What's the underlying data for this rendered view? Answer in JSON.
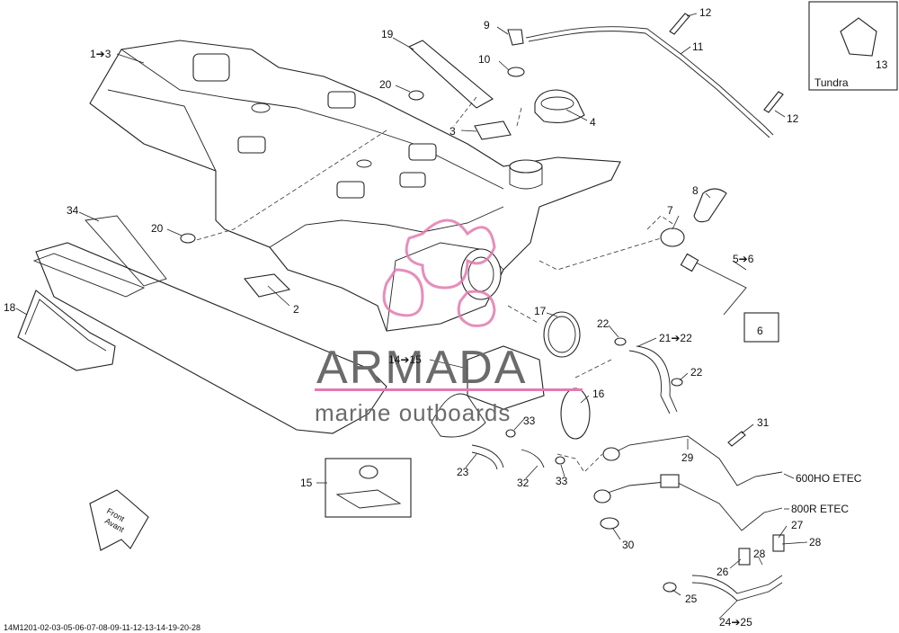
{
  "callouts": {
    "c1": "1➔3",
    "c2": "2",
    "c3": "3",
    "c4": "4",
    "c5": "5➔6",
    "c6": "6",
    "c7": "7",
    "c8": "8",
    "c9": "9",
    "c10": "10",
    "c11": "11",
    "c12a": "12",
    "c12b": "12",
    "c13": "13",
    "c14": "14➔15",
    "c15": "15",
    "c16": "16",
    "c17": "17",
    "c18": "18",
    "c19": "19",
    "c20a": "20",
    "c20b": "20",
    "c21": "21➔22",
    "c22a": "22",
    "c22b": "22",
    "c23": "23",
    "c24": "24➔25",
    "c25": "25",
    "c26": "26",
    "c27": "27",
    "c28a": "28",
    "c28b": "28",
    "c29": "29",
    "c30": "30",
    "c31": "31",
    "c32": "32",
    "c33a": "33",
    "c33b": "33",
    "c34": "34"
  },
  "labels": {
    "tundra": "Tundra",
    "ho_etec": "600HO ETEC",
    "r_etec": "800R ETEC",
    "front": "Front",
    "avant": "Avant",
    "diagram_code": "14M1201-02-03-05-06-07-08-09-11-12-13-14-19-20-28"
  },
  "watermark": {
    "brand": "ARMADA",
    "tagline": "marine outboards",
    "logo_color": "#e27bb0"
  }
}
